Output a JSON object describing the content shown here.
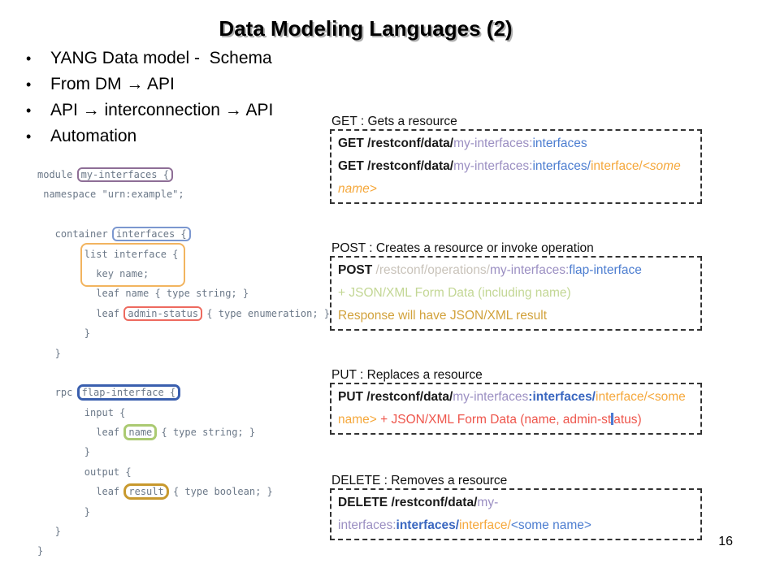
{
  "slide": {
    "title": "Data Modeling Languages (2)",
    "page_number": "16",
    "bullets": [
      "YANG Data model -  Schema",
      "From DM → API",
      "API → interconnection → API",
      "Automation"
    ]
  },
  "colors": {
    "code_text": "#6b7888",
    "box_purple": "#8e6e96",
    "box_blue": "#7b97cf",
    "box_orange": "#f2b45f",
    "box_red": "#ed6a5f",
    "box_darkblue": "#3a5fae",
    "box_green": "#abca72",
    "box_gold": "#c8992e",
    "text_purple": "#9b8fc2",
    "text_blue": "#4c7dd0",
    "text_blue_bold": "#3a67c0",
    "text_orange": "#f5a83c",
    "text_red": "#ee564c",
    "text_gray": "#c9c3ba",
    "text_green": "#c3d795",
    "text_gold": "#d2a23c"
  },
  "yang_code": {
    "lines": [
      [
        {
          "t": "module "
        },
        {
          "t": "my-interfaces {",
          "box": "purple"
        }
      ],
      [
        {
          "t": " namespace \"urn:example\";"
        }
      ],
      [],
      [
        {
          "t": "   container "
        },
        {
          "t": "interfaces {",
          "box": "blue"
        }
      ],
      [
        {
          "t": "        list interface {"
        }
      ],
      [
        {
          "t": "          key name;"
        }
      ],
      [
        {
          "t": "          leaf name { type string; }"
        }
      ],
      [
        {
          "t": "          leaf "
        },
        {
          "t": "admin-status",
          "box": "red"
        },
        {
          "t": " { type enumeration; }"
        }
      ],
      [
        {
          "t": "        }"
        }
      ],
      [
        {
          "t": "   }"
        }
      ],
      [],
      [
        {
          "t": "   rpc "
        },
        {
          "t": "flap-interface {",
          "box": "darkblue"
        }
      ],
      [
        {
          "t": "        input {"
        }
      ],
      [
        {
          "t": "          leaf "
        },
        {
          "t": "name",
          "box": "green"
        },
        {
          "t": " { type string; }"
        }
      ],
      [
        {
          "t": "        }"
        }
      ],
      [
        {
          "t": "        output {"
        }
      ],
      [
        {
          "t": "          leaf "
        },
        {
          "t": "result",
          "box": "gold"
        },
        {
          "t": " { type boolean; }"
        }
      ],
      [
        {
          "t": "        }"
        }
      ],
      [
        {
          "t": "   }"
        }
      ],
      [
        {
          "t": "}"
        }
      ]
    ],
    "two_line_box": {
      "line_start": 4,
      "line_count": 2,
      "left_ch": 8,
      "width_ch": 16,
      "color": "orange"
    }
  },
  "rest_sections": [
    {
      "id": "get",
      "header": "GET : Gets a resource",
      "lines": [
        [
          {
            "t": "GET /restconf/data/",
            "c": "black",
            "b": true
          },
          {
            "t": "my-interfaces:",
            "c": "purple"
          },
          {
            "t": "interfaces",
            "c": "blue"
          }
        ],
        [
          {
            "t": "GET /restconf/data/",
            "c": "black",
            "b": true
          },
          {
            "t": "my-interfaces:",
            "c": "purple"
          },
          {
            "t": "interfaces/",
            "c": "blue"
          },
          {
            "t": "interface/",
            "c": "orange"
          },
          {
            "t": "<some",
            "c": "orange",
            "i": true
          }
        ],
        [
          {
            "t": "name>",
            "c": "orange",
            "i": true
          }
        ]
      ]
    },
    {
      "id": "post",
      "header": "POST : Creates a resource or invoke operation",
      "lines": [
        [
          {
            "t": "POST",
            "c": "black",
            "b": true
          },
          {
            "t": " /restconf/operations/",
            "c": "gray"
          },
          {
            "t": "my-interfaces:",
            "c": "purple"
          },
          {
            "t": "flap-interface",
            "c": "blue"
          }
        ],
        [
          {
            "t": "+ JSON/XML Form Data (including name)",
            "c": "green"
          }
        ],
        [
          {
            "t": "Response will have JSON/XML result",
            "c": "gold"
          }
        ]
      ]
    },
    {
      "id": "put",
      "header": "PUT : Replaces a resource",
      "lines": [
        [
          {
            "t": "PUT /restconf/data/",
            "c": "black",
            "b": true
          },
          {
            "t": "my-interfaces",
            "c": "purple"
          },
          {
            "t": ":",
            "c": "blue2"
          },
          {
            "t": "interfaces/",
            "c": "blue2"
          },
          {
            "t": "interface/",
            "c": "orange"
          },
          {
            "t": "<some",
            "c": "orange"
          }
        ],
        [
          {
            "t": "name>",
            "c": "orange"
          },
          {
            "t": " + JSON/XML Form Data (name, admin-st",
            "c": "red"
          },
          {
            "bar": true
          },
          {
            "t": "atus)",
            "c": "red"
          }
        ]
      ]
    },
    {
      "id": "delete",
      "header": "DELETE : Removes a resource",
      "lines": [
        [
          {
            "t": "DELETE /restconf/data/",
            "c": "black",
            "b": true
          },
          {
            "t": "my-",
            "c": "purple"
          }
        ],
        [
          {
            "t": "interfaces:",
            "c": "purple"
          },
          {
            "t": "interfaces/",
            "c": "blue2"
          },
          {
            "t": "interface/",
            "c": "orange"
          },
          {
            "t": "<some name>",
            "c": "blue"
          }
        ]
      ]
    }
  ]
}
